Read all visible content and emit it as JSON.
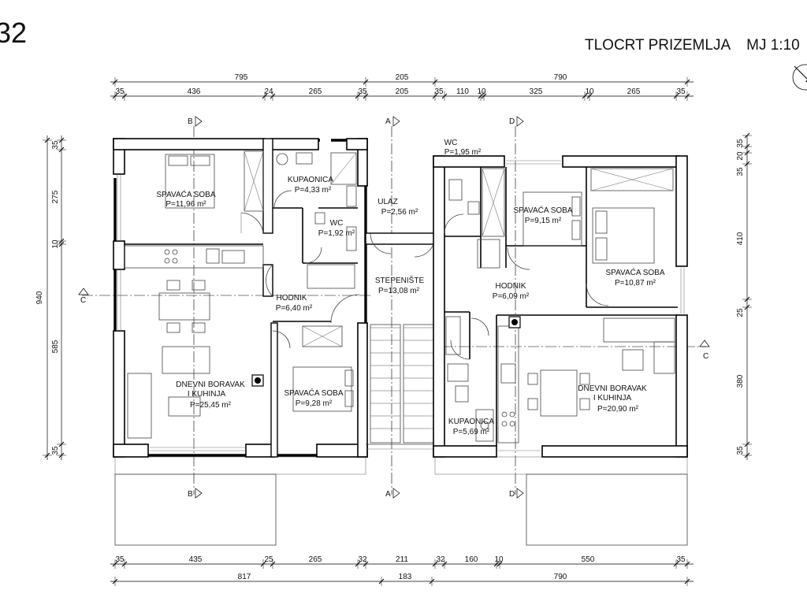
{
  "page_number": "32",
  "title": {
    "text": "TLOCRT PRIZEMLJA",
    "scale": "MJ 1:10"
  },
  "dimensions": {
    "top_overall": [
      "795",
      "205",
      "790"
    ],
    "top_detail": [
      "35",
      "436",
      "24",
      "265",
      "35",
      "205",
      "35",
      "110",
      "10",
      "325",
      "10",
      "265",
      "35"
    ],
    "bottom_detail": [
      "35",
      "435",
      "25",
      "265",
      "32",
      "211",
      "32",
      "160",
      "10",
      "550",
      "35"
    ],
    "bottom_overall": [
      "817",
      "183",
      "790"
    ],
    "left_detail": [
      "35",
      "275",
      "10",
      "585",
      "35"
    ],
    "left_overall": "940",
    "right_detail": [
      "35",
      "20",
      "35",
      "410",
      "25",
      "380",
      "35"
    ]
  },
  "section_markers": {
    "a": "A",
    "b": "B",
    "c": "C",
    "d": "D"
  },
  "rooms": {
    "spavaca_soba_1": {
      "name": "SPAVAĆA SOBA",
      "area": "P=11,96 m²"
    },
    "kupaonica_1": {
      "name": "KUPAONICA",
      "area": "P=4,33 m²"
    },
    "wc_1": {
      "name": "WC",
      "area": "P=1,92 m²"
    },
    "ulaz": {
      "name": "ULAZ",
      "area": "P=2,56 m²"
    },
    "stepeniste": {
      "name": "STEPENIŠTE",
      "area": "P=13,08 m²"
    },
    "hodnik_1": {
      "name": "HODNIK",
      "area": "P=6,40 m²"
    },
    "dnevni_1": {
      "name_line1": "DNEVNI BORAVAK",
      "name_line2": "I KUHINJA",
      "area": "P=25,45 m²"
    },
    "spavaca_soba_2": {
      "name": "SPAVAĆA SOBA",
      "area": "P=9,28 m²"
    },
    "wc_2": {
      "name": "WC",
      "area": "P=1,95 m²"
    },
    "spavaca_soba_3": {
      "name": "SPAVAĆA SOBA",
      "area": "P=9,15 m²"
    },
    "spavaca_soba_4": {
      "name": "SPAVAĆA SOBA",
      "area": "P=10,87 m²"
    },
    "hodnik_2": {
      "name": "HODNIK",
      "area": "P=6,09 m²"
    },
    "kupaonica_2": {
      "name": "KUPAONICA",
      "area": "P=5,69 m²"
    },
    "dnevni_2": {
      "name_line1": "DNEVNI BORAVAK",
      "name_line2": "I KUHINJA",
      "area": "P=20,90 m²"
    }
  },
  "icons": {
    "north_arrow": "north-arrow-icon",
    "chimney": "chimney-icon",
    "washer": "washing-machine-icon"
  }
}
